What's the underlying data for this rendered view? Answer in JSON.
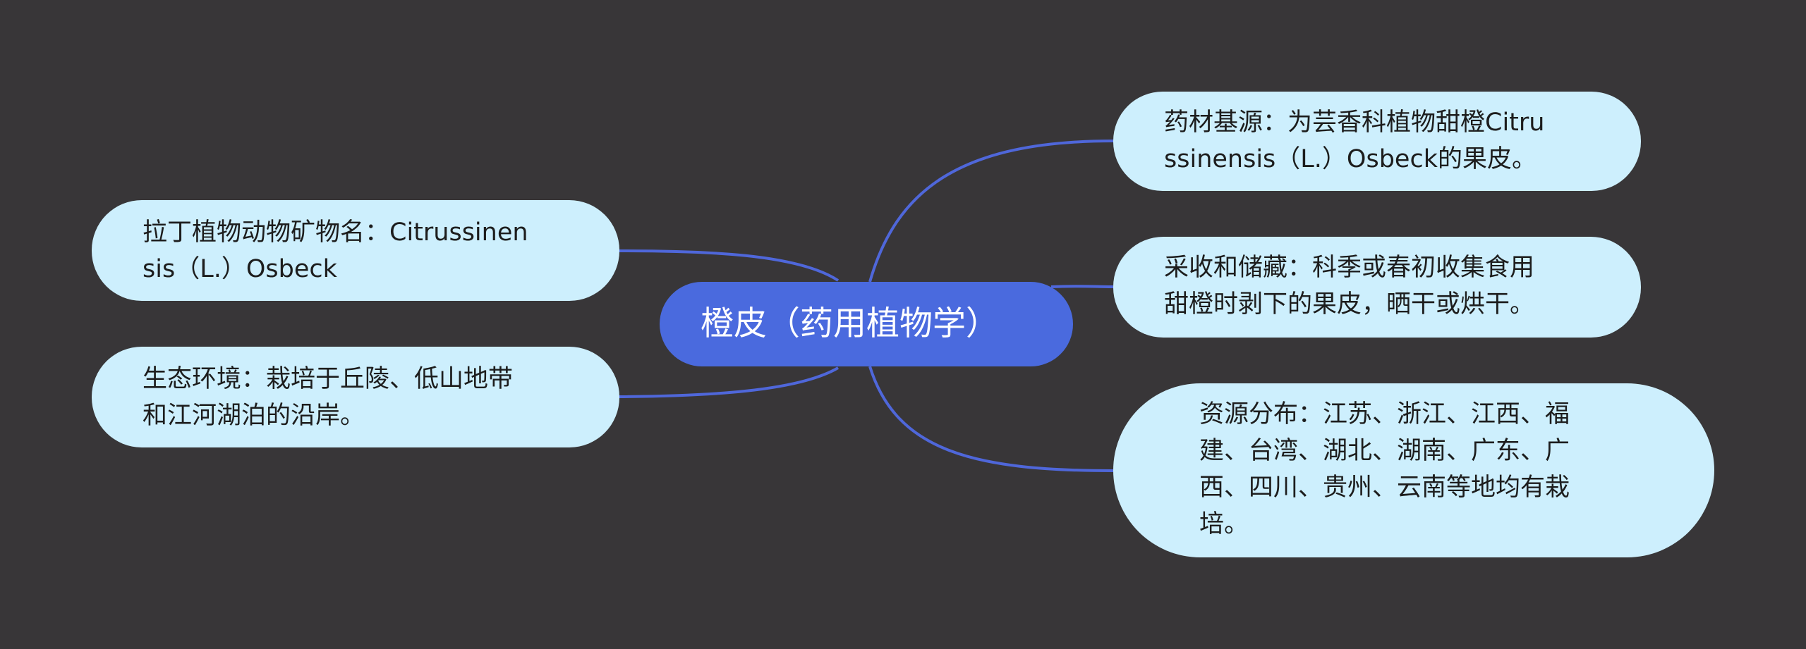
{
  "mindmap": {
    "center": {
      "label": "橙皮（药用植物学）"
    },
    "branches": [
      {
        "id": "n1",
        "lines": [
          "药材基源：为芸香科植物甜橙Citru",
          "ssinensis（L.）Osbeck的果皮。"
        ]
      },
      {
        "id": "n2",
        "lines": [
          "采收和储藏：科季或春初收集食用",
          "甜橙时剥下的果皮，晒干或烘干。"
        ]
      },
      {
        "id": "n3",
        "lines": [
          "资源分布：江苏、浙江、江西、福",
          "建、台湾、湖北、湖南、广东、广",
          "西、四川、贵州、云南等地均有栽",
          "培。"
        ]
      },
      {
        "id": "n4",
        "lines": [
          "拉丁植物动物矿物名：Citrussinen",
          "sis（L.）Osbeck"
        ]
      },
      {
        "id": "n5",
        "lines": [
          "生态环境：栽培于丘陵、低山地带",
          "和江河湖泊的沿岸。"
        ]
      }
    ],
    "colors": {
      "background": "#383638",
      "center_fill": "#4a6ade",
      "node_fill": "#cdeffd",
      "connector": "#4f67da"
    }
  }
}
